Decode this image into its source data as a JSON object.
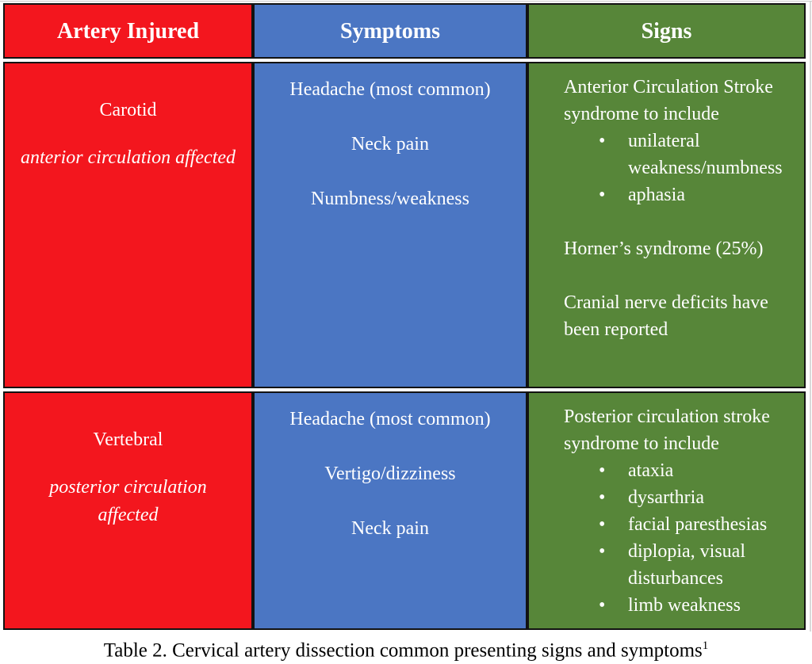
{
  "colors": {
    "red": "#f3161e",
    "blue": "#4b76c3",
    "green": "#578639"
  },
  "header": {
    "columns": [
      "Artery Injured",
      "Symptoms",
      "Signs"
    ]
  },
  "rows": [
    {
      "artery": {
        "name": "Carotid",
        "note": "anterior circulation affected"
      },
      "symptoms": [
        "Headache (most common)",
        "Neck pain",
        "Numbness/weakness"
      ],
      "signs": {
        "intro": "Anterior Circulation Stroke syndrome to include",
        "bullets": [
          "unilateral weakness/numbness",
          "aphasia"
        ],
        "extra": [
          "Horner’s syndrome (25%)",
          "Cranial nerve deficits have been reported"
        ]
      }
    },
    {
      "artery": {
        "name": "Vertebral",
        "note": "posterior circulation affected"
      },
      "symptoms": [
        "Headache (most common)",
        "Vertigo/dizziness",
        "Neck pain"
      ],
      "signs": {
        "intro": "Posterior circulation stroke syndrome to include",
        "bullets": [
          "ataxia",
          "dysarthria",
          "facial paresthesias",
          "diplopia, visual disturbances",
          "limb weakness"
        ],
        "extra": []
      }
    }
  ],
  "caption": {
    "text": "Table 2. Cervical artery dissection common presenting signs and symptoms",
    "superscript": "1"
  }
}
